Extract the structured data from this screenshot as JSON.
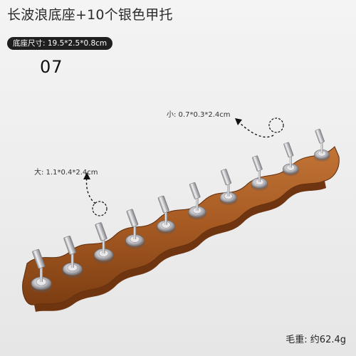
{
  "title": "长波浪底座+10个银色甲托",
  "size_badge": "底座尺寸: 19.5*2.5*0.8cm",
  "model_no": "07",
  "dimensions": {
    "small": "小: 0.7*0.3*2.4cm",
    "large": "大: 1.1*0.4*2.4cm"
  },
  "weight": "毛重: 约62.4g",
  "colors": {
    "wood": "#a65a22",
    "wood_dark": "#6e3510",
    "metal": "#c9c9cc"
  },
  "holder_count": 10
}
